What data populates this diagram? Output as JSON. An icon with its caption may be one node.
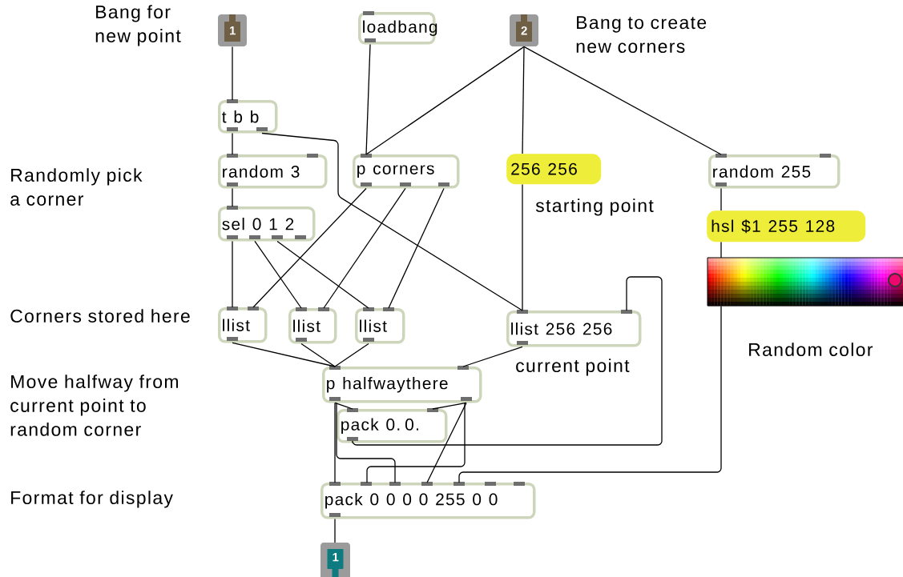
{
  "diagram": {
    "nodes": [
      {
        "text": [
          "1"
        ],
        "beside": [
          "Bang for new point"
        ]
      },
      {
        "text": [
          "loadbang"
        ]
      },
      {
        "text": [
          "2"
        ],
        "beside": [
          "Bang to create new corners"
        ]
      },
      {
        "text": [
          "t b b"
        ]
      },
      {
        "text": [
          "random 3"
        ]
      },
      {
        "text": [
          "p corners"
        ]
      },
      {
        "text": [
          "256 256"
        ],
        "beside": [
          "starting point"
        ]
      },
      {
        "text": [
          "random 255"
        ]
      },
      {
        "text": [
          "sel 0 1 2"
        ]
      },
      {
        "text": [
          "hsl $1 255 128"
        ]
      },
      {
        "text": [],
        "shape": "bar",
        "beside": [
          "Random color"
        ]
      },
      {
        "text": [
          "llist"
        ]
      },
      {
        "text": [
          "llist"
        ]
      },
      {
        "text": [
          "llist"
        ]
      },
      {
        "text": [
          "llist 256 256"
        ],
        "beside": [
          "current point"
        ]
      },
      {
        "text": [
          "p halfwaythere"
        ]
      },
      {
        "text": [
          "pack 0. 0."
        ]
      },
      {
        "text": [
          "pack 0 0 0 0 255 0 0"
        ]
      },
      {
        "text": [
          "1"
        ]
      }
    ],
    "edges": [
      {
        "from": 0,
        "to": 3,
        "arrow": "none"
      },
      {
        "from": 1,
        "to": 5,
        "arrow": "none"
      },
      {
        "from": 2,
        "to": 5,
        "arrow": "none"
      },
      {
        "from": 2,
        "to": 6,
        "arrow": "none"
      },
      {
        "from": 2,
        "to": 7,
        "arrow": "none"
      },
      {
        "from": 3,
        "to": 4,
        "arrow": "none"
      },
      {
        "from": 3,
        "to": 14,
        "arrow": "none"
      },
      {
        "from": 4,
        "to": 8,
        "arrow": "none"
      },
      {
        "from": 5,
        "to": 11,
        "arrow": "none"
      },
      {
        "from": 5,
        "to": 12,
        "arrow": "none"
      },
      {
        "from": 5,
        "to": 13,
        "arrow": "none"
      },
      {
        "from": 6,
        "to": 14,
        "arrow": "none"
      },
      {
        "from": 7,
        "to": 9,
        "arrow": "none"
      },
      {
        "from": 8,
        "to": 11,
        "arrow": "none"
      },
      {
        "from": 8,
        "to": 12,
        "arrow": "none"
      },
      {
        "from": 8,
        "to": 13,
        "arrow": "none"
      },
      {
        "from": 9,
        "to": 10,
        "arrow": "none"
      },
      {
        "from": 10,
        "to": 17,
        "arrow": "none"
      },
      {
        "from": 11,
        "to": 15,
        "arrow": "none"
      },
      {
        "from": 12,
        "to": 15,
        "arrow": "none"
      },
      {
        "from": 13,
        "to": 15,
        "arrow": "none"
      },
      {
        "from": 14,
        "to": 15,
        "arrow": "none"
      },
      {
        "from": 15,
        "to": 16,
        "arrow": "none"
      },
      {
        "from": 15,
        "to": 16,
        "arrow": "none"
      },
      {
        "from": 15,
        "to": 17,
        "arrow": "none"
      },
      {
        "from": 15,
        "to": 17,
        "arrow": "none"
      },
      {
        "from": 15,
        "to": 17,
        "arrow": "none"
      },
      {
        "from": 15,
        "to": 17,
        "arrow": "none"
      },
      {
        "from": 16,
        "to": 14,
        "arrow": "none"
      },
      {
        "from": 17,
        "to": 18,
        "arrow": "none"
      }
    ],
    "labels": [
      "Randomly pick a corner",
      "Corners stored here",
      "Move halfway from current point to random corner",
      "Format for display"
    ]
  }
}
